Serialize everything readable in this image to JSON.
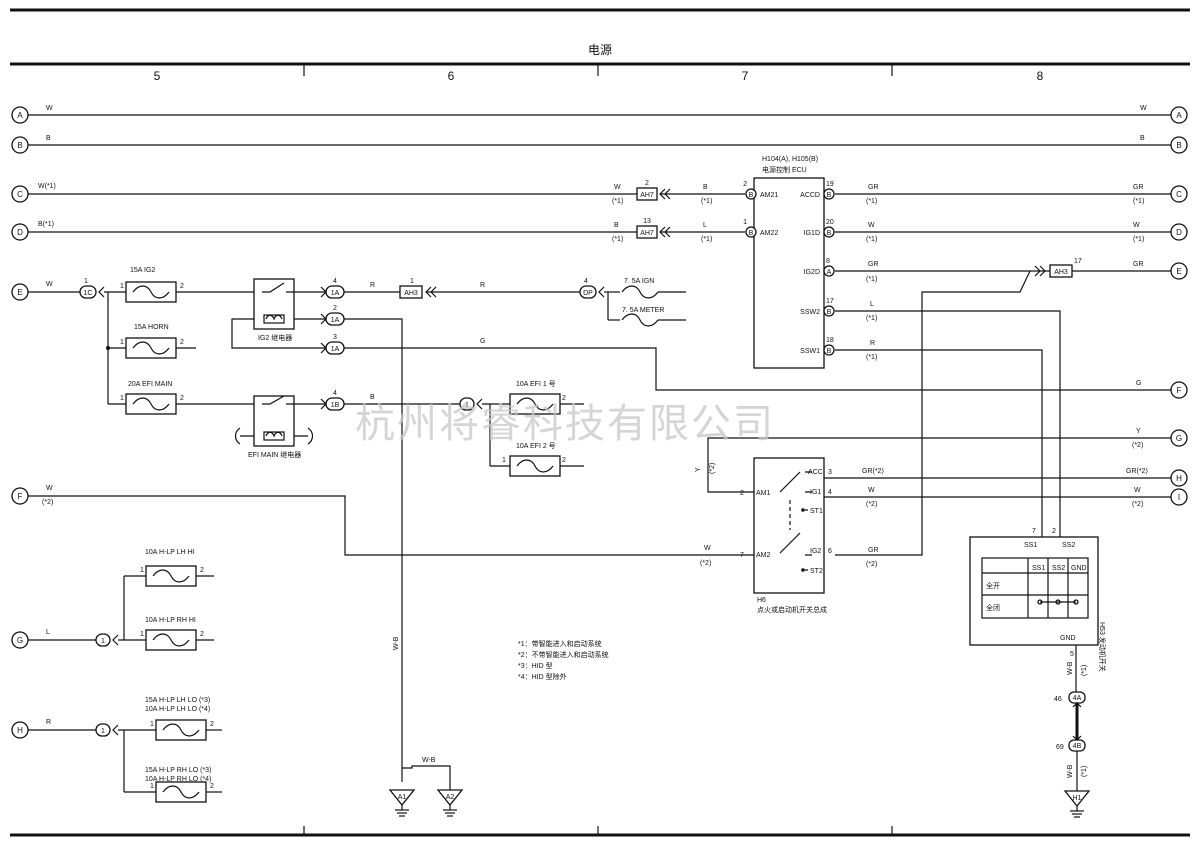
{
  "header": {
    "title": "电源",
    "columns": [
      "5",
      "6",
      "7",
      "8"
    ]
  },
  "watermark": "杭州将睿科技有限公司",
  "buses": [
    {
      "id": "A",
      "left": "W",
      "right": "W",
      "mid_left": "",
      "mid_right": "",
      "left_sub": "",
      "right_sub": ""
    },
    {
      "id": "B",
      "left": "B",
      "right": "B",
      "mid_left": "",
      "mid_right": "",
      "left_sub": "",
      "right_sub": ""
    },
    {
      "id": "C",
      "left": "W(*1)",
      "mid_left": "W",
      "mid_left_sub": "(*1)",
      "mid_right": "B",
      "mid_right_sub": "(*1)",
      "right": "GR",
      "right_sub": "(*1)"
    },
    {
      "id": "D",
      "left": "B(*1)",
      "mid_left": "B",
      "mid_left_sub": "(*1)",
      "mid_right": "L",
      "mid_right_sub": "(*1)",
      "right": "W",
      "right_sub": "(*1)"
    },
    {
      "id": "E",
      "left": "W",
      "right": "GR"
    },
    {
      "id": "F",
      "left": "W",
      "left_sub": "(*2)",
      "right": "G"
    },
    {
      "id": "G",
      "left": "L",
      "right": "Y",
      "right_sub": "(*2)"
    },
    {
      "id": "H",
      "left": "R",
      "right": "GR(*2)"
    },
    {
      "id": "I",
      "right": "W",
      "right_sub": "(*2)"
    }
  ],
  "connectors": {
    "ah7_c": {
      "label": "AH7",
      "pin": "2"
    },
    "ah7_d": {
      "label": "AH7",
      "pin": "13"
    },
    "ah3_e": {
      "label": "AH3",
      "pin": "1"
    },
    "ah3_right": {
      "label": "AH3",
      "pin": "17"
    },
    "dp": {
      "label": "DP",
      "pin": "4"
    },
    "c1c": {
      "label": "1C",
      "pin": "1"
    },
    "c1a_4": {
      "label": "1A",
      "pin": "4"
    },
    "c1a_2": {
      "label": "1A",
      "pin": "2"
    },
    "c1a_3": {
      "label": "1A",
      "pin": "3"
    },
    "c1b": {
      "label": "1B",
      "pin": "4"
    },
    "c1": "1",
    "c4a": {
      "label": "4A",
      "pin": "46"
    },
    "c4b": {
      "label": "4B",
      "pin": "69"
    }
  },
  "wires": {
    "r1": "R",
    "r2": "R",
    "g_ig2": "G",
    "b_efi": "B",
    "w_b": "W-B",
    "w_b2": "W-B",
    "w_b3": "W-B",
    "w_b3_sub": "(*1)",
    "w_b4": "W-B",
    "w_b4_sub": "(*1)",
    "y_vert": "Y",
    "y_vert_sub": "(*2)",
    "w_am2": "W",
    "w_am2_sub": "(*2)"
  },
  "fuses": {
    "ig2": {
      "label": "15A IG2",
      "p1": "1",
      "p2": "2"
    },
    "horn": {
      "label": "15A HORN",
      "p1": "1",
      "p2": "2"
    },
    "efi_main": {
      "label": "20A EFI MAIN",
      "p1": "1",
      "p2": "2"
    },
    "ign": {
      "label": "7. 5A IGN"
    },
    "meter": {
      "label": "7. 5A METER"
    },
    "efi1": {
      "label": "10A EFI 1 号",
      "p2": "2"
    },
    "efi2": {
      "label": "10A EFI 2 号",
      "p1": "1",
      "p2": "2"
    },
    "hlp_lh_hi": {
      "label": "10A H-LP LH HI",
      "p1": "1",
      "p2": "2"
    },
    "hlp_rh_hi": {
      "label": "10A H-LP RH HI",
      "p1": "1",
      "p2": "2"
    },
    "hlp_lh_lo": {
      "label1": "15A H-LP LH LO (*3)",
      "label2": "10A H-LP LH LO (*4)",
      "p1": "1",
      "p2": "2"
    },
    "hlp_rh_lo": {
      "label1": "15A H-LP RH LO (*3)",
      "label2": "10A H-LP RH LO (*4)",
      "p1": "1",
      "p2": "2"
    }
  },
  "relays": {
    "ig2": "IG2 继电器",
    "efi_main": "EFI MAIN 继电器"
  },
  "ecu": {
    "title1": "H104(A), H105(B)",
    "title2": "电源控制 ECU",
    "pins": [
      {
        "name": "AM21",
        "num": "2",
        "conn": "B"
      },
      {
        "name": "AM22",
        "num": "1",
        "conn": "B"
      },
      {
        "name": "ACCD",
        "num": "19",
        "conn": "B",
        "wire": "GR",
        "sub": "(*1)"
      },
      {
        "name": "IG1D",
        "num": "20",
        "conn": "B",
        "wire": "W",
        "sub": "(*1)"
      },
      {
        "name": "IG2D",
        "num": "8",
        "conn": "A",
        "wire": "GR",
        "sub": "(*1)"
      },
      {
        "name": "SSW2",
        "num": "17",
        "conn": "B",
        "wire": "L",
        "sub": "(*1)"
      },
      {
        "name": "SSW1",
        "num": "18",
        "conn": "B",
        "wire": "R",
        "sub": "(*1)"
      }
    ]
  },
  "ign_switch": {
    "title1": "H6",
    "title2": "点火或启动机开关总成",
    "am1": "AM1",
    "am1_pin": "2",
    "am2": "AM2",
    "am2_pin": "7",
    "acc": "ACC",
    "acc_pin": "3",
    "acc_wire": "GR(*2)",
    "ig1": "IG1",
    "ig1_pin": "4",
    "ig1_wire": "W",
    "ig1_sub": "(*2)",
    "st1": "ST1",
    "ig2": "IG2",
    "ig2_pin": "6",
    "ig2_wire": "GR",
    "ig2_sub": "(*2)",
    "st2": "ST2"
  },
  "h53": {
    "ss1": "SS1",
    "ss2": "SS2",
    "ss1_pin": "7",
    "ss2_pin": "2",
    "cols": [
      "SS1",
      "SS2",
      "GND"
    ],
    "rows": [
      "全开",
      "全闭"
    ],
    "gnd": "GND",
    "gnd_pin": "5",
    "side": "H53\n发动机开关"
  },
  "grounds": [
    "A1",
    "A2",
    "H1"
  ],
  "notes": [
    "*1：带智能进入和启动系统",
    "*2：不带智能进入和启动系统",
    "*3：HID 型",
    "*4：HID 型除外"
  ]
}
